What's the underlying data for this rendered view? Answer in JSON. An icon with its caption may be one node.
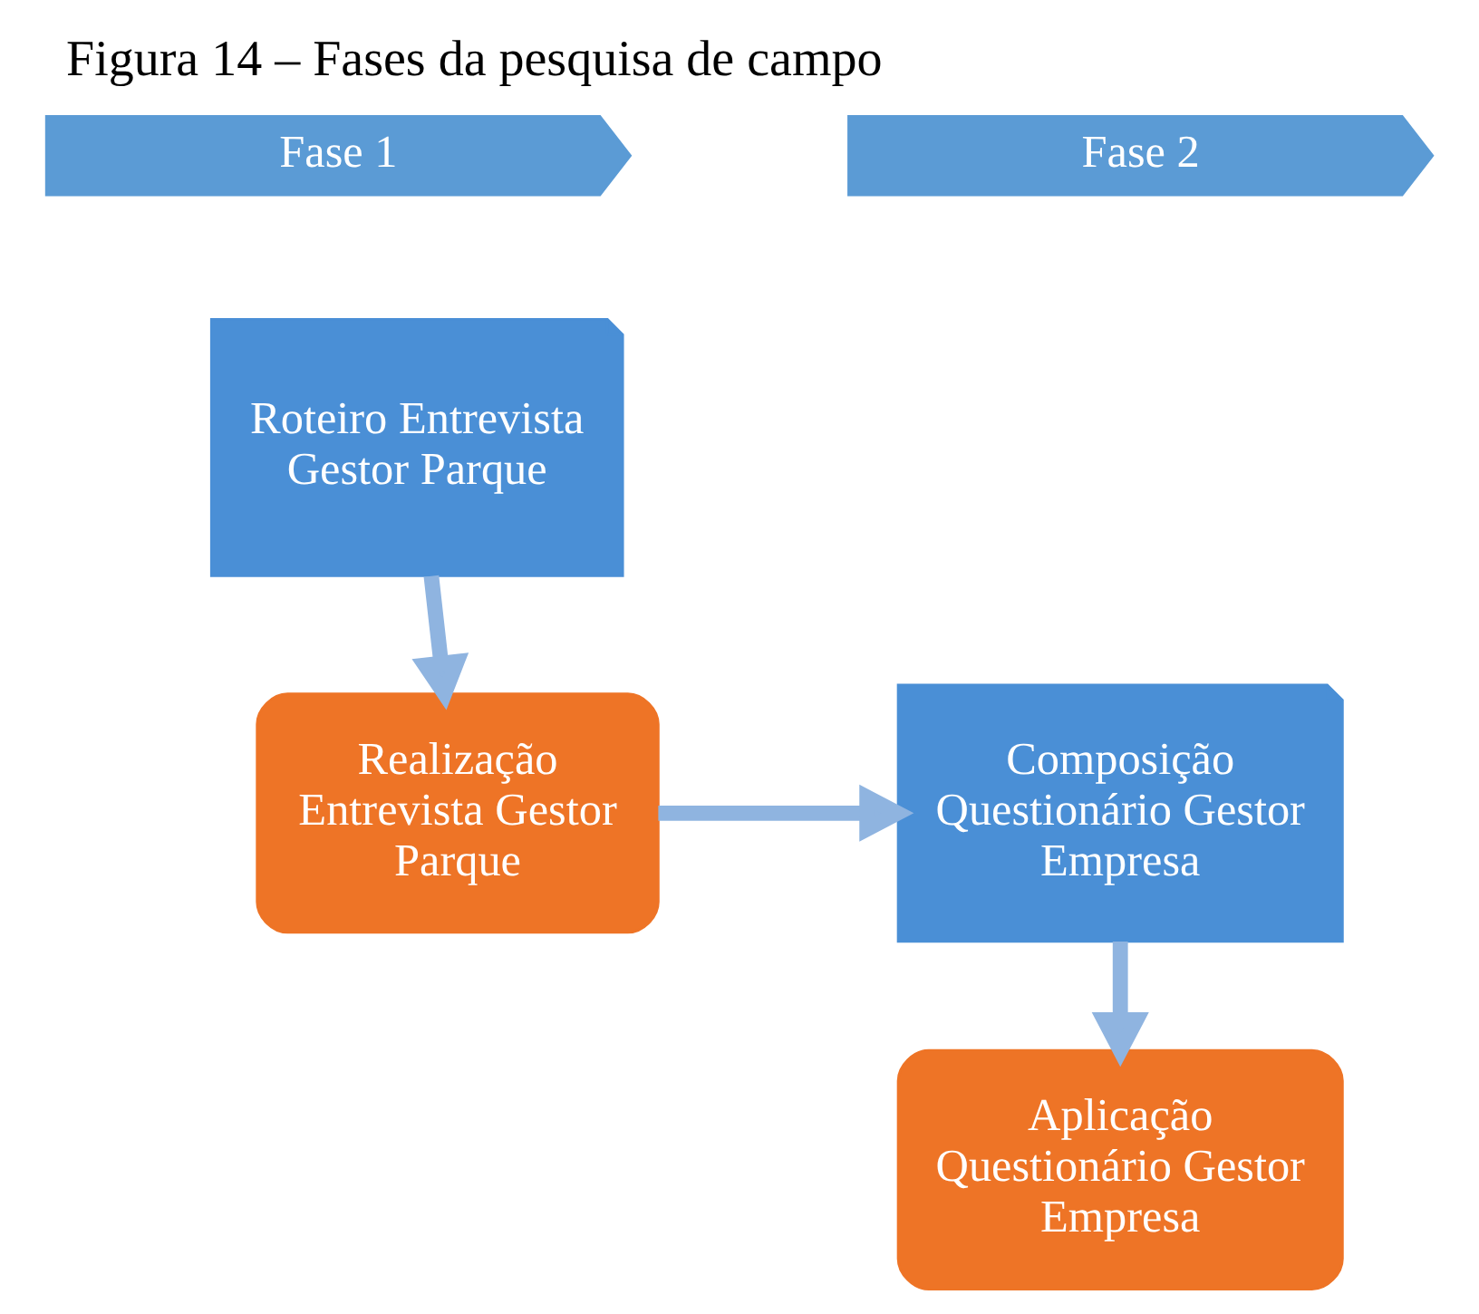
{
  "diagram": {
    "title": "Figura 14 – Fases da pesquisa de campo",
    "nodes": [
      {
        "text": [
          "Fase 1"
        ]
      },
      {
        "text": [
          "Fase 2"
        ]
      },
      {
        "text": [
          "Roteiro Entrevista Gestor Parque"
        ]
      },
      {
        "text": [
          "Realização Entrevista Gestor Parque"
        ]
      },
      {
        "text": [
          "Composição Questionário Gestor Empresa"
        ]
      },
      {
        "text": [
          "Aplicação Questionário Gestor Empresa"
        ]
      }
    ],
    "edges": [
      {
        "from": 2,
        "to": 3,
        "arrow": "to"
      },
      {
        "from": 3,
        "to": 4,
        "arrow": "to"
      },
      {
        "from": 4,
        "to": 5,
        "arrow": "to"
      }
    ]
  }
}
